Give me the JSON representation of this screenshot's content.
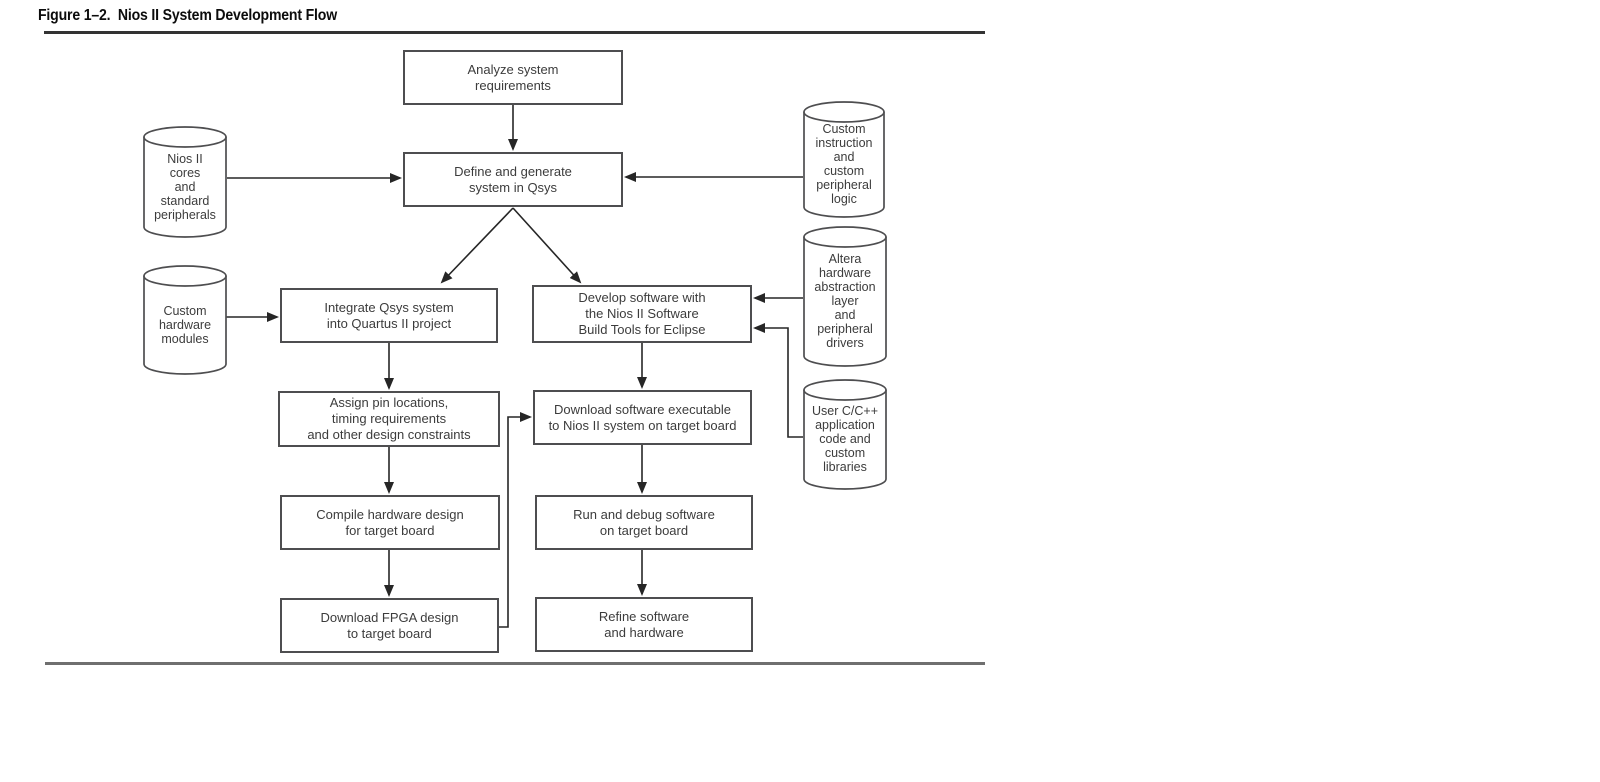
{
  "figure": {
    "title": "Figure 1–2.  Nios II System Development Flow"
  },
  "diagram": {
    "boxes": {
      "analyze": {
        "label": "Analyze system\nrequirements"
      },
      "define": {
        "label": "Define and generate\nsystem in Qsys"
      },
      "integrate": {
        "label": "Integrate Qsys system\ninto Quartus II project"
      },
      "develop": {
        "label": "Develop software with\nthe Nios II Software\nBuild Tools for Eclipse"
      },
      "assign": {
        "label": "Assign pin locations,\ntiming requirements\nand other design constraints"
      },
      "download_sw": {
        "label": "Download software executable\nto Nios II system on target board"
      },
      "compile": {
        "label": "Compile hardware design\nfor target board"
      },
      "run": {
        "label": "Run and debug software\non target board"
      },
      "download_fpga": {
        "label": "Download FPGA design\nto target board"
      },
      "refine": {
        "label": "Refine software\nand hardware"
      }
    },
    "cylinders": {
      "nios_cores": {
        "label": "Nios II\ncores\nand\nstandard\nperipherals"
      },
      "custom_hw": {
        "label": "Custom\nhardware\nmodules"
      },
      "custom_instr": {
        "label": "Custom\ninstruction\nand\ncustom\nperipheral\nlogic"
      },
      "altera_hal": {
        "label": "Altera\nhardware\nabstraction\nlayer\nand\nperipheral\ndrivers"
      },
      "user_code": {
        "label": "User C/C++\napplication\ncode and\ncustom\nlibraries"
      }
    },
    "edges": [
      [
        "analyze",
        "define"
      ],
      [
        "nios_cores",
        "define"
      ],
      [
        "custom_instr",
        "define"
      ],
      [
        "define",
        "integrate"
      ],
      [
        "define",
        "develop"
      ],
      [
        "custom_hw",
        "integrate"
      ],
      [
        "altera_hal",
        "develop"
      ],
      [
        "user_code",
        "develop"
      ],
      [
        "integrate",
        "assign"
      ],
      [
        "develop",
        "download_sw"
      ],
      [
        "assign",
        "compile"
      ],
      [
        "download_sw",
        "run"
      ],
      [
        "compile",
        "download_fpga"
      ],
      [
        "run",
        "refine"
      ],
      [
        "download_fpga",
        "download_sw"
      ]
    ],
    "colors": {
      "box_border": "#4e4e50",
      "line": "#262626",
      "text": "#3c3c3c",
      "rule_top": "#333333",
      "rule_bottom": "#6f6f6f"
    }
  }
}
